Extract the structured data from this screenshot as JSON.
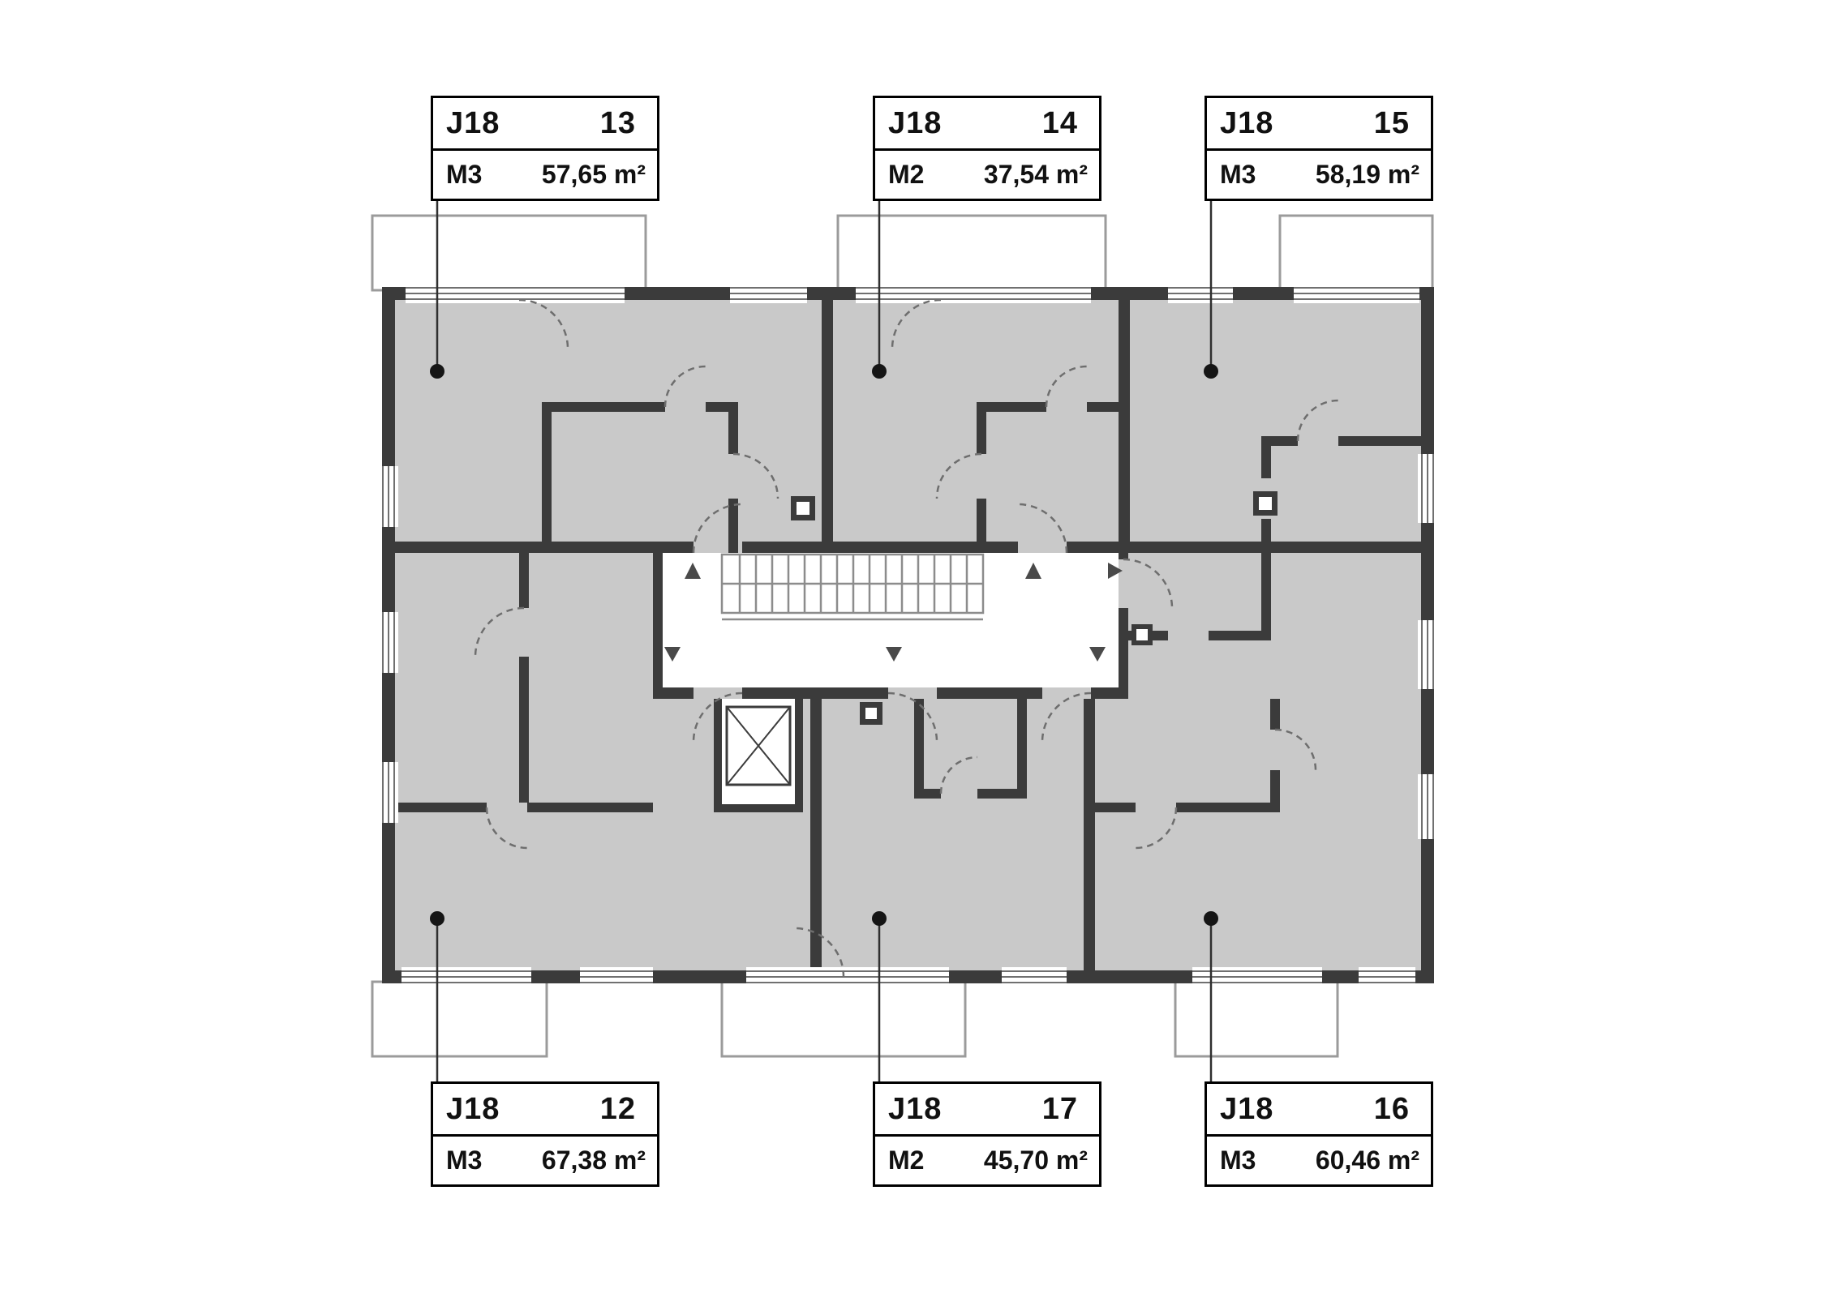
{
  "plan_title": "Floor plan with apartment areas",
  "colors": {
    "wall": "#3b3b3b",
    "room_fill": "#c9c9c9",
    "balcony_outline": "#9b9b9b",
    "window_line": "#707070",
    "door_arc": "#6e6e6e",
    "label_border": "#000000"
  },
  "units": [
    {
      "code": "J18",
      "number": "13",
      "type": "M3",
      "area": "57,65 m²",
      "position": "top-left"
    },
    {
      "code": "J18",
      "number": "14",
      "type": "M2",
      "area": "37,54 m²",
      "position": "top-middle"
    },
    {
      "code": "J18",
      "number": "15",
      "type": "M3",
      "area": "58,19 m²",
      "position": "top-right"
    },
    {
      "code": "J18",
      "number": "12",
      "type": "M3",
      "area": "67,38 m²",
      "position": "bottom-left"
    },
    {
      "code": "J18",
      "number": "17",
      "type": "M2",
      "area": "45,70 m²",
      "position": "bottom-middle"
    },
    {
      "code": "J18",
      "number": "16",
      "type": "M3",
      "area": "60,46 m²",
      "position": "bottom-right"
    }
  ]
}
